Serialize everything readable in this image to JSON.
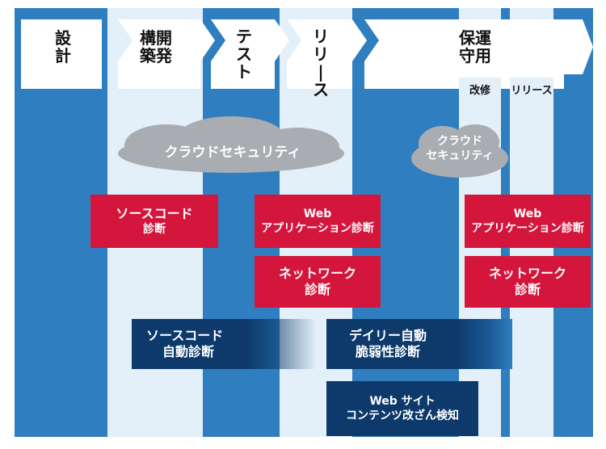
{
  "phases": [
    {
      "label": "設\n計"
    },
    {
      "label": "構開\n築発"
    },
    {
      "label": "テ\nス\nト"
    },
    {
      "label": "リ\nリ\n|\nス"
    },
    {
      "label": "保運\n守用"
    }
  ],
  "sub_phases": [
    "改修",
    "リリース"
  ],
  "clouds": {
    "large": "クラウドセキュリティ",
    "small": "クラウド\nセキュリティ"
  },
  "boxes": {
    "source_code": {
      "line1": "ソースコード",
      "line2": "診断"
    },
    "web_app_1": {
      "line1": "Web",
      "line2": "アプリケーション診断"
    },
    "network_1": {
      "line1": "ネットワーク",
      "line2": "診断"
    },
    "web_app_2": {
      "line1": "Web",
      "line2": "アプリケーション診断"
    },
    "network_2": {
      "line1": "ネットワーク",
      "line2": "診断"
    },
    "source_auto": {
      "line1": "ソースコード",
      "line2": "自動診断"
    },
    "daily_auto": {
      "line1": "デイリー自動",
      "line2": "脆弱性診断"
    },
    "web_content": {
      "line1": "Web サイト",
      "line2": "コンテンツ改ざん検知"
    }
  },
  "colors": {
    "background_blue": "#2f7ec0",
    "band_light": "#e3eff9",
    "red": "#d4163c",
    "navy": "#0d3a6b",
    "cloud": "#a9adb1"
  }
}
